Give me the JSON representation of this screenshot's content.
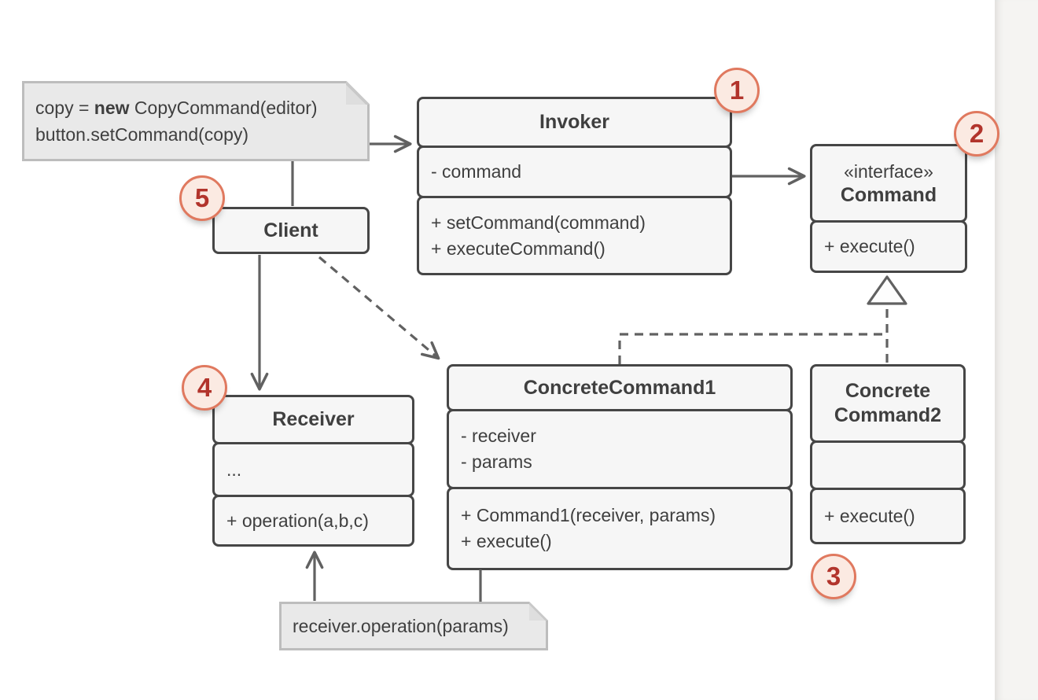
{
  "notes": {
    "creation": {
      "line1_pre": "copy = ",
      "line1_bold": "new",
      "line1_post": " CopyCommand(editor)",
      "line2": "button.setCommand(copy)"
    },
    "execution": {
      "text": "receiver.operation(params)"
    }
  },
  "classes": {
    "invoker": {
      "title": "Invoker",
      "attributes": [
        "- command"
      ],
      "methods": [
        "+ setCommand(command)",
        "+ executeCommand()"
      ]
    },
    "command": {
      "stereotype": "«interface»",
      "title": "Command",
      "methods": [
        "+ execute()"
      ]
    },
    "client": {
      "title": "Client"
    },
    "receiver": {
      "title": "Receiver",
      "attributes": [
        "..."
      ],
      "methods": [
        "+ operation(a,b,c)"
      ]
    },
    "concrete1": {
      "title": "ConcreteCommand1",
      "attributes": [
        "- receiver",
        "- params"
      ],
      "methods": [
        "+ Command1(receiver, params)",
        "+ execute()"
      ]
    },
    "concrete2": {
      "title": "Concrete Command2",
      "attributes": [],
      "methods": [
        "+ execute()"
      ]
    }
  },
  "badges": {
    "n1": "1",
    "n2": "2",
    "n3": "3",
    "n4": "4",
    "n5": "5"
  },
  "colors": {
    "class_border": "#464646",
    "class_fill": "#f6f6f6",
    "text": "#3f3f3f",
    "connector": "#616161",
    "note_fill": "#e9e9e9",
    "note_border": "#bdbdbd",
    "badge_fill": "#fbeae2",
    "badge_border": "#e0795f",
    "badge_number": "#b2342c"
  }
}
